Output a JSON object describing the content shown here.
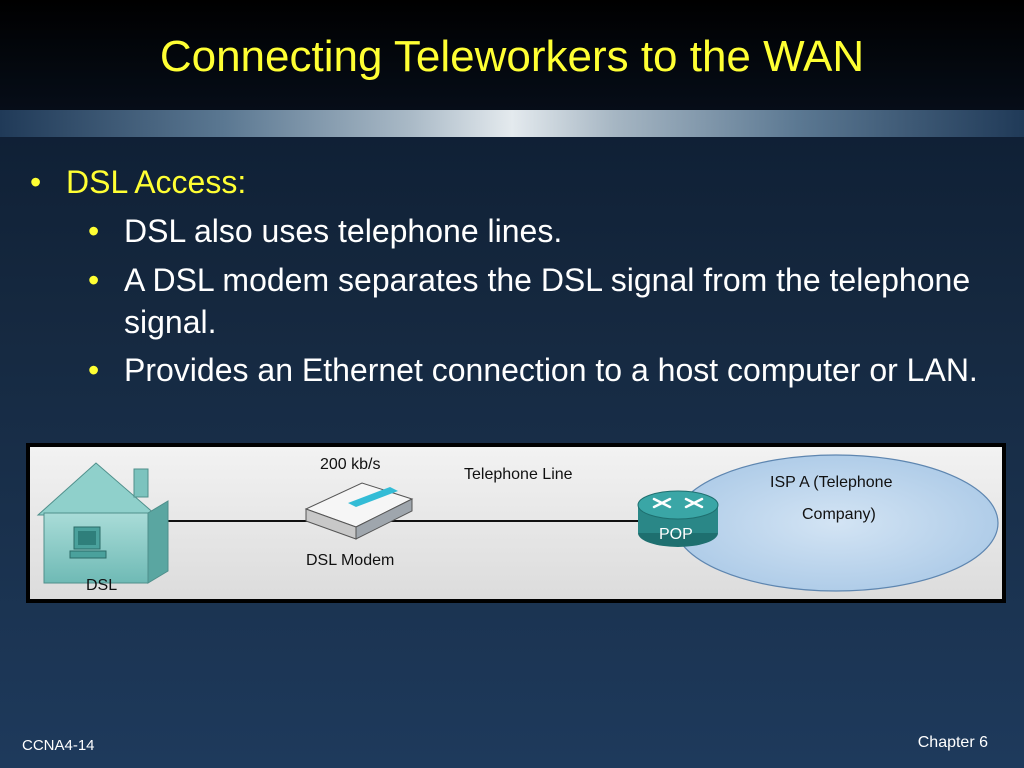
{
  "slide": {
    "title": "Connecting Teleworkers to the WAN",
    "bullet": "DSL Access:",
    "sub_bullets": [
      "DSL also uses telephone lines.",
      "A DSL modem separates the DSL signal from the telephone signal.",
      "Provides an Ethernet connection to a host computer or LAN."
    ],
    "bullet_glyph": "•"
  },
  "diagram": {
    "house_label": "DSL",
    "speed_label": "200 kb/s",
    "modem_label": "DSL Modem",
    "line_label": "Telephone Line",
    "router_label": "POP",
    "cloud_label_1": "ISP A (Telephone",
    "cloud_label_2": "Company)",
    "icons": [
      "house-icon",
      "computer-icon",
      "dsl-modem-icon",
      "router-icon"
    ]
  },
  "footer": {
    "left": "CCNA4-14",
    "right": "Chapter 6"
  },
  "colors": {
    "title": "#ffff33",
    "bullet": "#ffff33",
    "body_text": "#ffffff",
    "cloud": "#b9d4ec",
    "router": "#2f8f8f"
  }
}
